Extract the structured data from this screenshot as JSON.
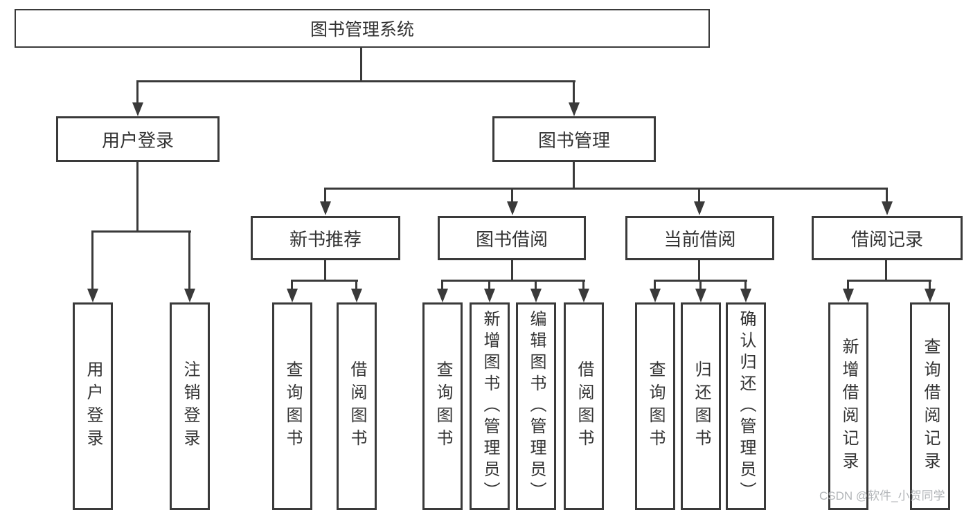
{
  "diagram": {
    "title": "图书管理系统",
    "branches": [
      {
        "label": "用户登录",
        "leaves": [
          "用户登录",
          "注销登录"
        ]
      },
      {
        "label": "图书管理",
        "groups": [
          {
            "label": "新书推荐",
            "leaves": [
              "查询图书",
              "借阅图书"
            ]
          },
          {
            "label": "图书借阅",
            "leaves": [
              "查询图书",
              "新增图书（管理员）",
              "编辑图书（管理员）",
              "借阅图书"
            ]
          },
          {
            "label": "当前借阅",
            "leaves": [
              "查询图书",
              "归还图书",
              "确认归还（管理员）"
            ]
          },
          {
            "label": "借阅记录",
            "leaves": [
              "新增借阅记录",
              "查询借阅记录"
            ]
          }
        ]
      }
    ]
  },
  "watermark": "CSDN @软件_小贺同学",
  "colors": {
    "line": "#3a3a3a",
    "text": "#333333",
    "watermark": "#b3b6b9",
    "background": "#ffffff"
  }
}
